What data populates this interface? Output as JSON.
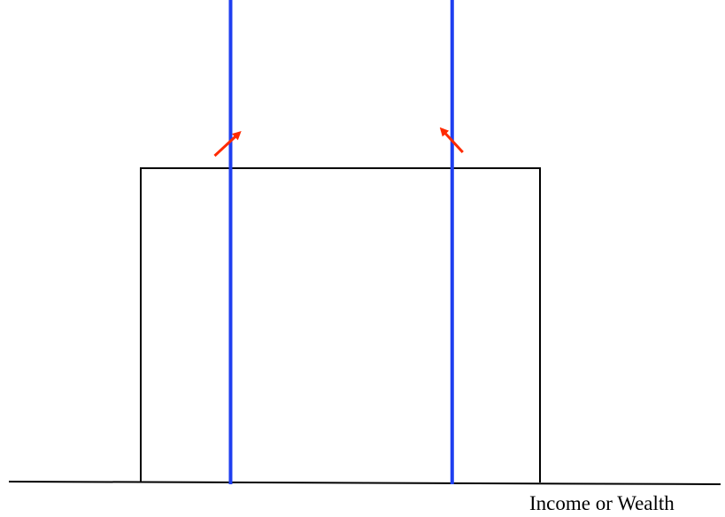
{
  "x_axis_label": "Income or Wealth",
  "colors": {
    "original_distribution": "#000000",
    "new_distribution": "#1f3ff0",
    "shift_arrows": "#ff2a00"
  },
  "distributions": [
    {
      "id": "original",
      "lower_bound": 0,
      "upper_bound": 1,
      "density": 1
    },
    {
      "id": "compressed",
      "lower_bound": 0.225,
      "upper_bound": 0.78,
      "density": 1.8
    }
  ],
  "shift_arrows": [
    {
      "id": "left",
      "direction": "up-right"
    },
    {
      "id": "right",
      "direction": "up-left"
    }
  ]
}
